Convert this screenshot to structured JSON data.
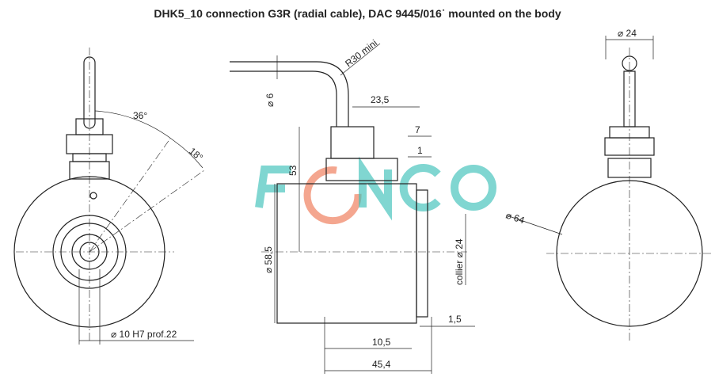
{
  "title": "DHK5_10 connection G3R (radial cable), DAC 9445/016˙ mounted on the body",
  "front_view": {
    "angle1": "36°",
    "angle2": "18°",
    "bore": "⌀ 10 H7 prof.22"
  },
  "side_view": {
    "bend_radius": "R30 mini",
    "cable_dia": "⌀ 6",
    "dim_23_5": "23,5",
    "dim_7": "7",
    "dim_1": "1",
    "dim_53": "53",
    "body_dia": "⌀ 58,5",
    "collar_dia": "collier ⌀ 24",
    "dim_1_5": "1,5",
    "dim_10_5": "10,5",
    "dim_45_4": "45,4"
  },
  "rear_view": {
    "dia_24": "⌀ 24",
    "dia_64": "⌀ 64"
  },
  "watermark": {
    "text": "FENCO",
    "color_main": "#3cc0b8",
    "color_accent": "#f08060"
  }
}
